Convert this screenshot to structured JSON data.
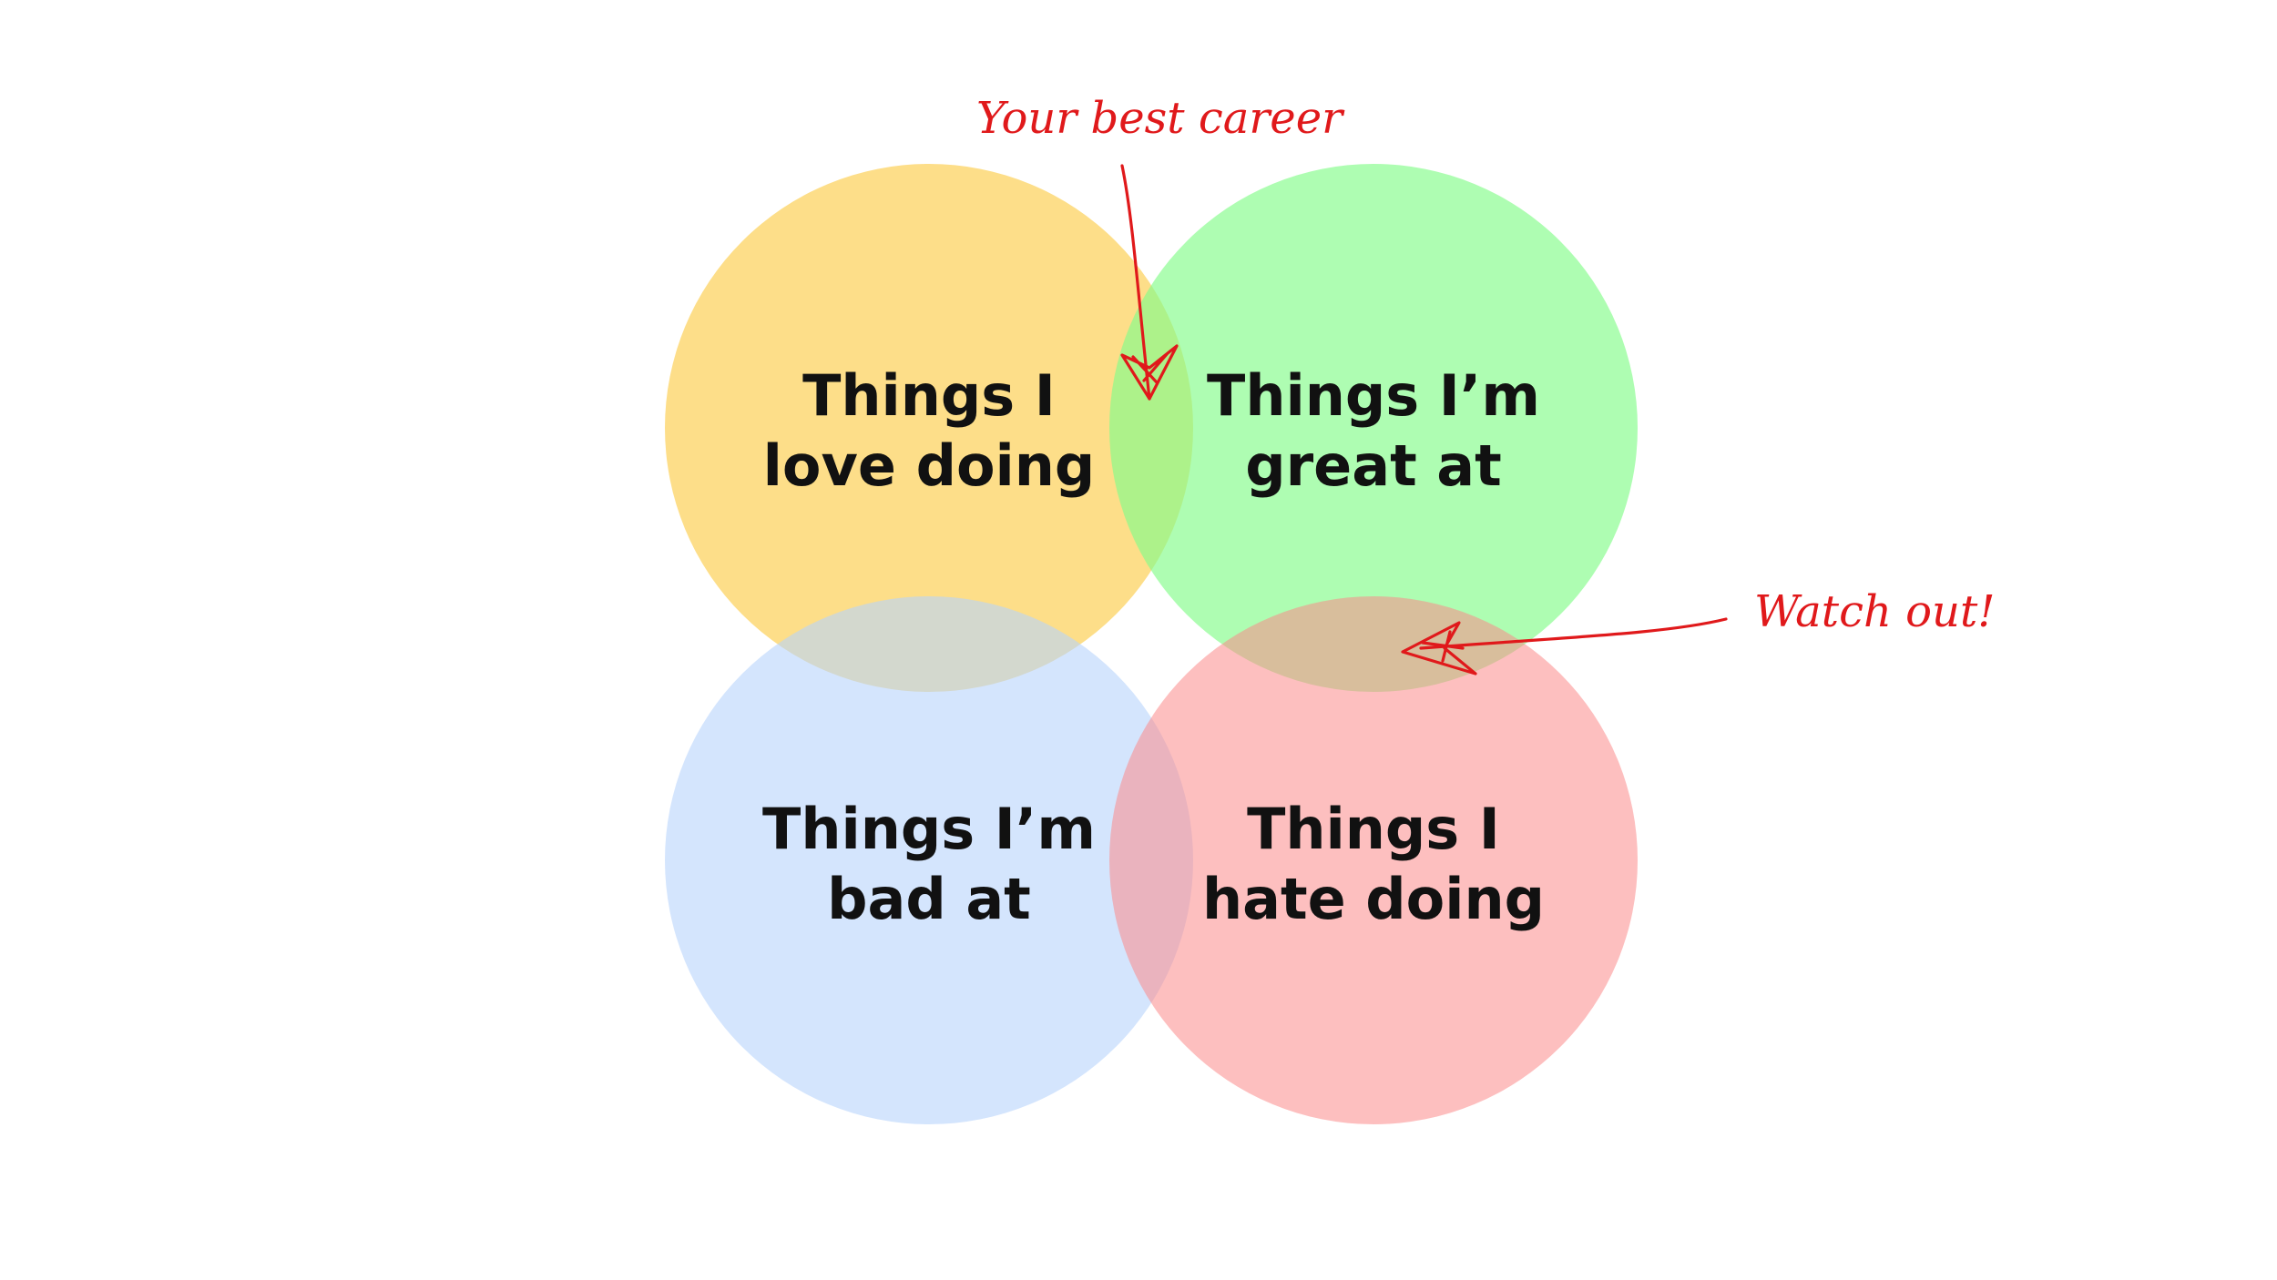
{
  "colors": {
    "background": "#ffffff",
    "annotation": "#e0191b",
    "label": "#111111"
  },
  "circles": [
    {
      "id": "love",
      "color": "#fcd15c",
      "opacity": 0.72,
      "line1": "Things I",
      "line2": "love doing"
    },
    {
      "id": "great",
      "color": "#84fc8a",
      "opacity": 0.66,
      "line1": "Things I’m",
      "line2": "great at"
    },
    {
      "id": "bad",
      "color": "#b8d4fb",
      "opacity": 0.6,
      "line1": "Things I’m",
      "line2": "bad at"
    },
    {
      "id": "hate",
      "color": "#fc8a8a",
      "opacity": 0.55,
      "line1": "Things I",
      "line2": "hate doing"
    }
  ],
  "annotations": {
    "best_career": "Your best career",
    "watch_out": "Watch out!"
  }
}
